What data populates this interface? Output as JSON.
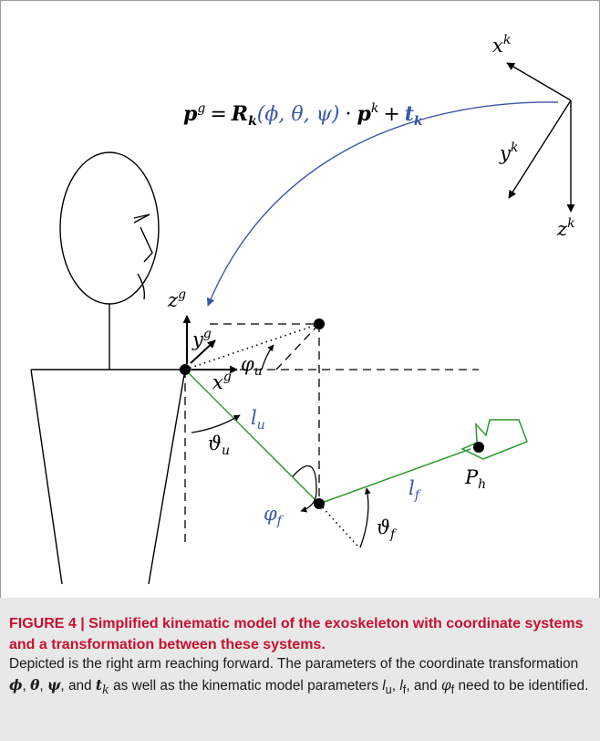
{
  "figure": {
    "equation": {
      "p": "p",
      "g_sup": "g",
      "eq": "=",
      "R": "R",
      "k_sub": "k",
      "args": "(ϕ, θ, ψ)",
      "dot": "·",
      "k_sup": "k",
      "plus": "+",
      "t": "t",
      "t_sub": "k"
    },
    "kinect_frame": {
      "x_axis": "x",
      "x_sup": "k",
      "y_axis": "y",
      "y_sup": "k",
      "z_axis": "z",
      "z_sup": "k"
    },
    "global_frame": {
      "z_axis": "z",
      "z_sup": "g",
      "y_axis": "y",
      "y_sup": "g",
      "x_axis": "x",
      "x_sup": "g"
    },
    "labels": {
      "phi_u": "φ",
      "phi_u_sub": "u",
      "l_u": "l",
      "l_u_sub": "u",
      "theta_u": "ϑ",
      "theta_u_sub": "u",
      "phi_f": "φ",
      "phi_f_sub": "f",
      "l_f": "l",
      "l_f_sub": "f",
      "theta_f": "ϑ",
      "theta_f_sub": "f",
      "P_h": "P",
      "P_h_sub": "h"
    },
    "colors": {
      "kinematic_chain": "#2e9a2e",
      "transformation": "#3b57a8",
      "outline": "#000000"
    }
  },
  "caption": {
    "title": "FIGURE 4 | Simplified kinematic model of the exoskeleton with coordinate systems and a transformation between these systems.",
    "text_1": "Depicted is the right arm reaching forward. The parameters of the coordinate transformation ",
    "phi": "ϕ",
    "sep1": ", ",
    "theta": "θ",
    "sep2": ", ",
    "psi": "ψ",
    "text_2": ", and ",
    "t": "t",
    "t_sub": "k",
    "text_3": " as well as the kinematic model parameters ",
    "lu": "l",
    "lu_sub": "u",
    "sep3": ", ",
    "lf": "l",
    "lf_sub": "f",
    "text_4": ", and ",
    "phif": "φ",
    "phif_sub": "f",
    "text_5": " need to be identified."
  }
}
